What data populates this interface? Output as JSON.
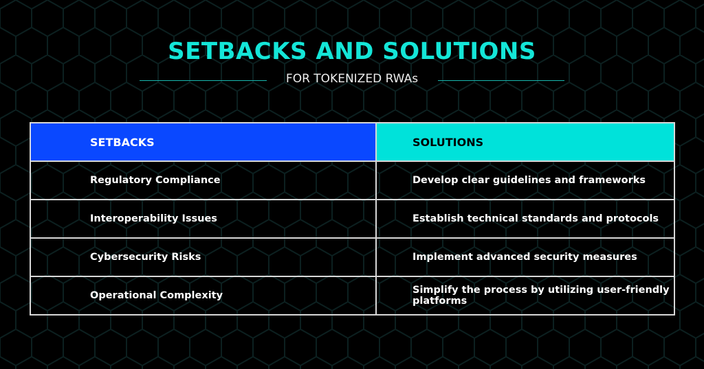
{
  "title": "SETBACKS AND SOLUTIONS",
  "subtitle": "FOR TOKENIZED RWAs",
  "colors": {
    "accent": "#14e6d8",
    "setbacks_header": "#0a48ff",
    "solutions_header": "#00e2da"
  },
  "table": {
    "headers": [
      "SETBACKS",
      "SOLUTIONS"
    ],
    "rows": [
      [
        "Regulatory Compliance",
        "Develop clear guidelines and frameworks"
      ],
      [
        "Interoperability Issues",
        "Establish technical standards and protocols"
      ],
      [
        "Cybersecurity Risks",
        "Implement advanced security measures"
      ],
      [
        "Operational Complexity",
        "Simplify the process by utilizing user-friendly platforms"
      ]
    ]
  }
}
